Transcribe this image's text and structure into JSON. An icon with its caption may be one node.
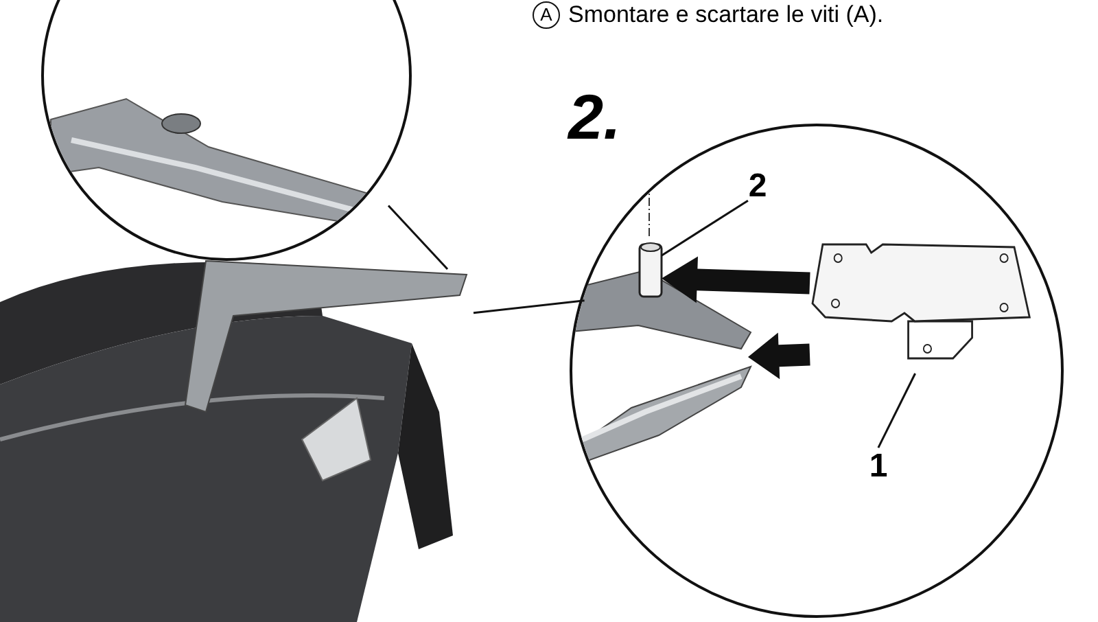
{
  "diagram": {
    "nodes": [
      {
        "text": [],
        "shape": "picture"
      },
      {
        "text": [],
        "shape": "picture"
      },
      {
        "text": [],
        "shape": "picture"
      },
      {
        "text": [
          "2"
        ],
        "in": 2
      },
      {
        "text": [],
        "shape": "picture",
        "in": 2
      },
      {
        "text": [
          "1"
        ],
        "in": 2
      },
      {
        "text": [],
        "shape": "picture",
        "in": 2
      },
      {
        "text": [],
        "shape": "picture",
        "in": 2
      }
    ],
    "edges": [
      {
        "from": 0,
        "to": 1,
        "arrow": "none"
      },
      {
        "from": 2,
        "to": 1,
        "arrow": "none"
      },
      {
        "from": 3,
        "to": 4,
        "arrow": "none"
      },
      {
        "from": 5,
        "to": 6,
        "arrow": "none"
      },
      {
        "from": 6,
        "to": 4,
        "arrow": "to",
        "style": "thick"
      },
      {
        "from": 6,
        "to": 7,
        "arrow": "to",
        "style": "thick"
      }
    ],
    "labels": [
      "A",
      "Smontare e scartare le viti (A).",
      "2."
    ]
  }
}
